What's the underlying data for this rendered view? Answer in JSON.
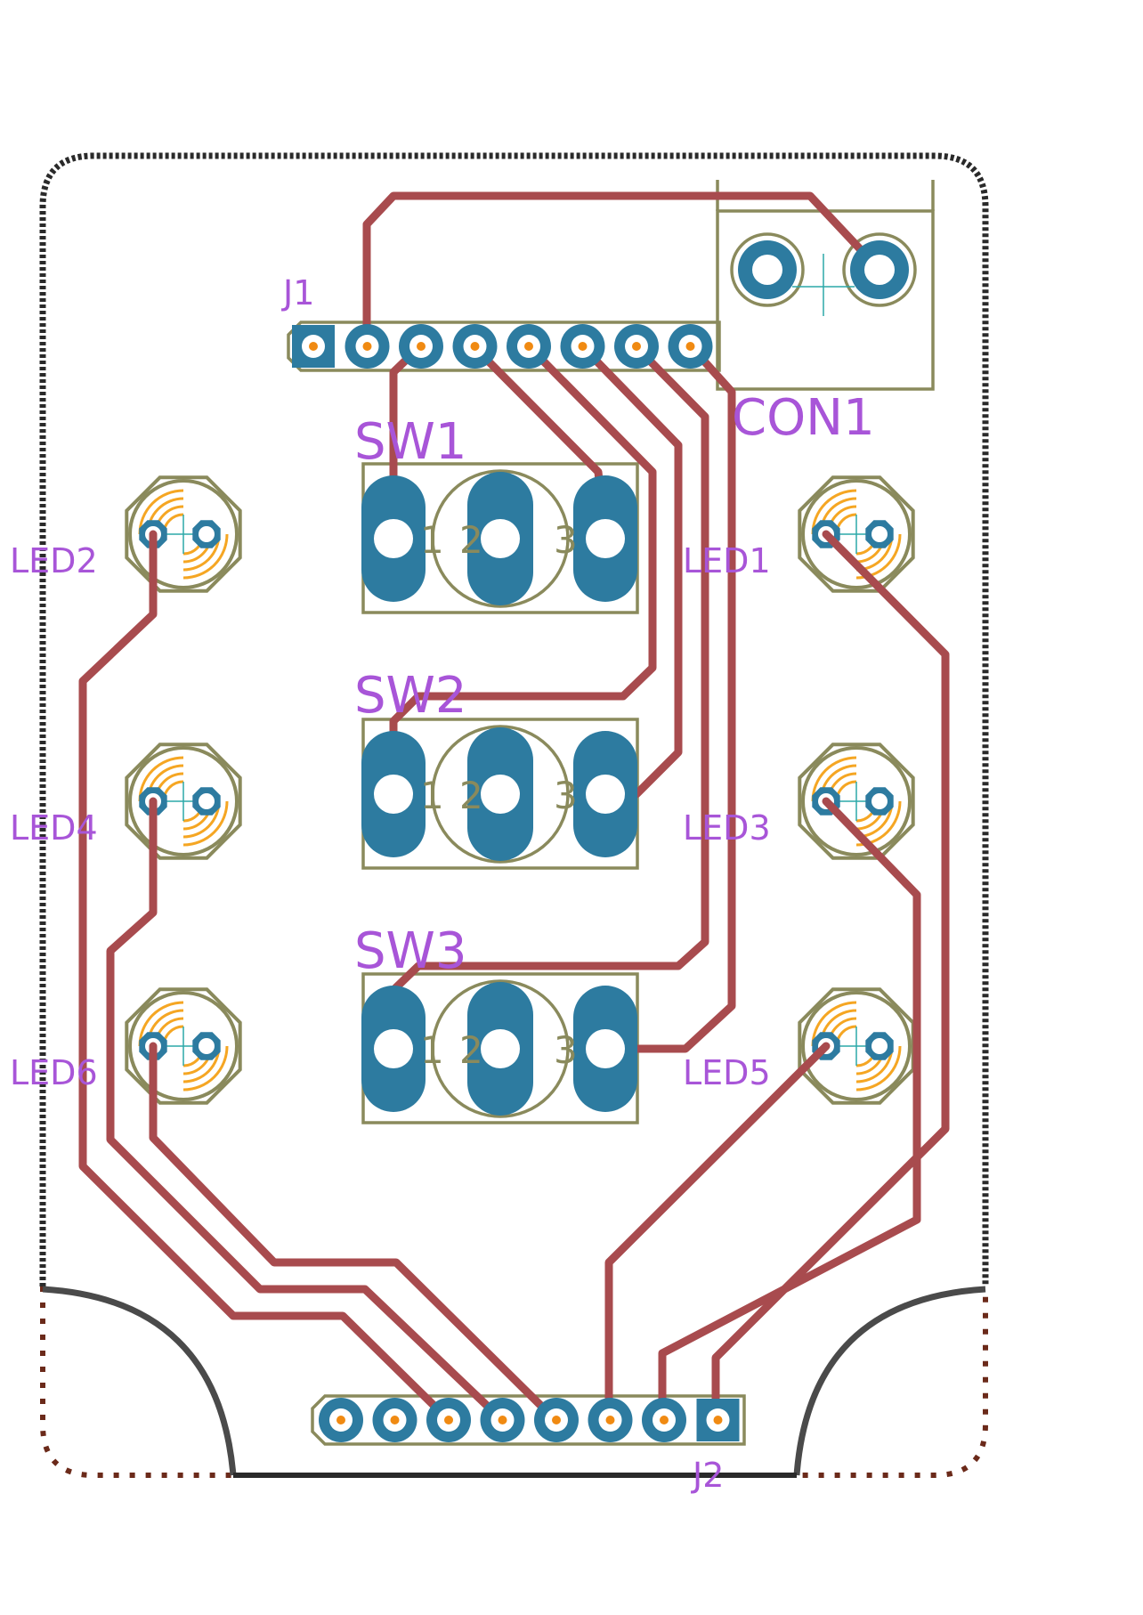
{
  "colors": {
    "trace": "#a84b4e",
    "pad": "#2d7ba0",
    "silk": "#8a8a5c",
    "label": "#a855d8",
    "outline": "#2a2a2a",
    "outline_dotted": "#6b2a1a",
    "drill": "#ffffff",
    "drill_dot": "#f08a12",
    "led_flat": "#f5a623",
    "center_mark": "#2ca8a8"
  },
  "labels": {
    "j1": "J1",
    "j2": "J2",
    "con1": "CON1",
    "sw1": "SW1",
    "sw2": "SW2",
    "sw3": "SW3",
    "led1": "LED1",
    "led2": "LED2",
    "led3": "LED3",
    "led4": "LED4",
    "led5": "LED5",
    "led6": "LED6"
  },
  "switch_pins": [
    "1",
    "2",
    "3"
  ]
}
